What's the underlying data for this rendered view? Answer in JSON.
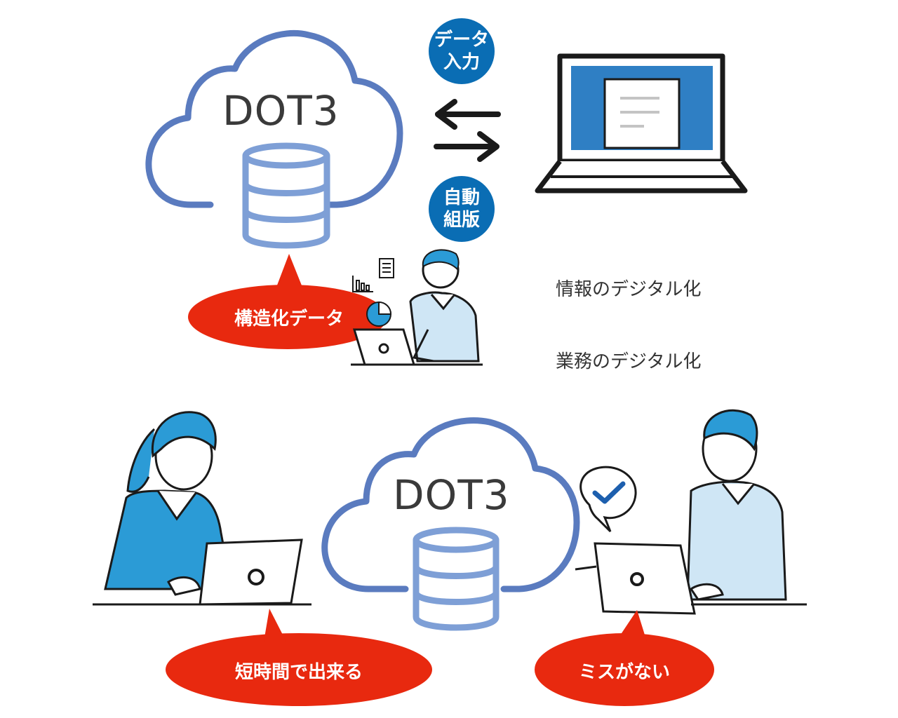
{
  "cloud_top": {
    "label": "DOT3"
  },
  "cloud_bottom": {
    "label": "DOT3"
  },
  "badges": {
    "data_input": {
      "line1": "データ",
      "line2": "入力"
    },
    "auto_layout": {
      "line1": "自動",
      "line2": "組版"
    }
  },
  "statements": {
    "info_digital": "情報のデジタル化",
    "work_digital": "業務のデジタル化"
  },
  "bubbles": {
    "structured_data": "構造化データ",
    "short_time": "短時間で出来る",
    "no_mistakes": "ミスがない"
  },
  "colors": {
    "cloud_stroke": "#5a7bbf",
    "db_stroke": "#7e9fd6",
    "badge_fill": "#0a6db4",
    "bubble_fill": "#e8290f",
    "screen_fill": "#2f7fc4",
    "person_blue": "#2b9bd6"
  },
  "icons": [
    "cloud-icon",
    "database-icon",
    "double-arrow-icon",
    "laptop-icon",
    "document-icon",
    "bar-chart-icon",
    "pie-chart-icon",
    "checkmark-icon"
  ]
}
